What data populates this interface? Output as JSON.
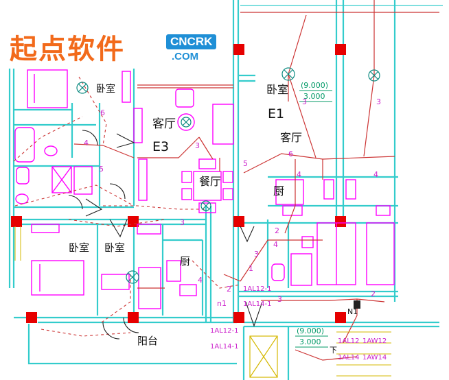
{
  "watermark": {
    "chinese": "起点软件",
    "badge": "CNCRK",
    "domain": ".COM"
  },
  "colors": {
    "wall": "#33cccc",
    "furniture": "#ff00ff",
    "circuit": "#cc3333",
    "column": "#e60000",
    "brand_orange": "#f26a1b",
    "brand_blue": "#1f8fd6"
  },
  "rooms": {
    "bedroom": "卧室",
    "living": "客厅",
    "dining": "餐厅",
    "kitchen": "厨",
    "balcony": "阳台",
    "unit_e3": "E3",
    "unit_e1": "E1"
  },
  "elevations": {
    "top": "(9.000)",
    "top_value": "3.000",
    "bottom": "(9.000)",
    "bottom_value": "3.000"
  },
  "circuits": {
    "c1": "1",
    "c2": "2",
    "c3": "3",
    "c4": "4",
    "c5": "5",
    "c6": "6",
    "n1": "n1",
    "n1_upper": "N1",
    "al12_1": "1AL12-1",
    "al14_1": "1AL14-1",
    "al12_1b": "1AL12-1",
    "al14_1b": "1AL14-1",
    "al12": "1AL12",
    "al14": "1AL14",
    "aw12": "1AW12",
    "aw14": "1AW14",
    "down": "下"
  }
}
